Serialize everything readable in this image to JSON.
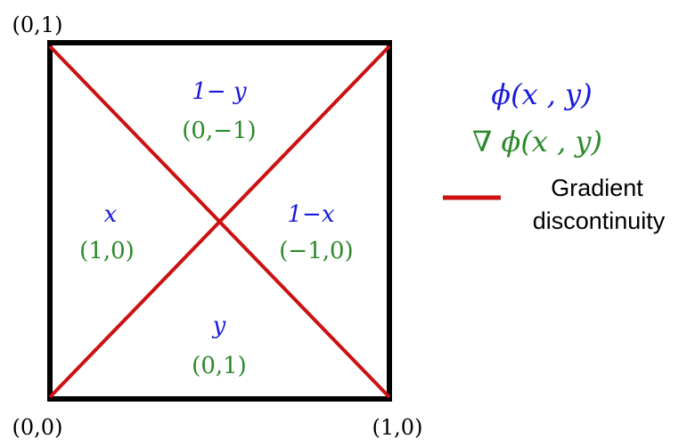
{
  "corners": {
    "top_left": "(0,1)",
    "bottom_left": "(0,0)",
    "bottom_right": "(1,0)"
  },
  "regions": {
    "top": {
      "phi": "1− y",
      "grad": "(0,−1)"
    },
    "left": {
      "phi": "x",
      "grad": "(1,0)"
    },
    "right": {
      "phi": "1−x",
      "grad": "(−1,0)"
    },
    "bottom": {
      "phi": "y",
      "grad": "(0,1)"
    }
  },
  "legend": {
    "phi_label": "ϕ(x , y)",
    "grad_label": "∇ ϕ(x , y)",
    "line_label_1": "Gradient",
    "line_label_2": "discontinuity"
  },
  "colors": {
    "square": "#000000",
    "diagonals": "#cc1111",
    "phi": "#1a1adb",
    "gradient": "#2a8a2a"
  }
}
